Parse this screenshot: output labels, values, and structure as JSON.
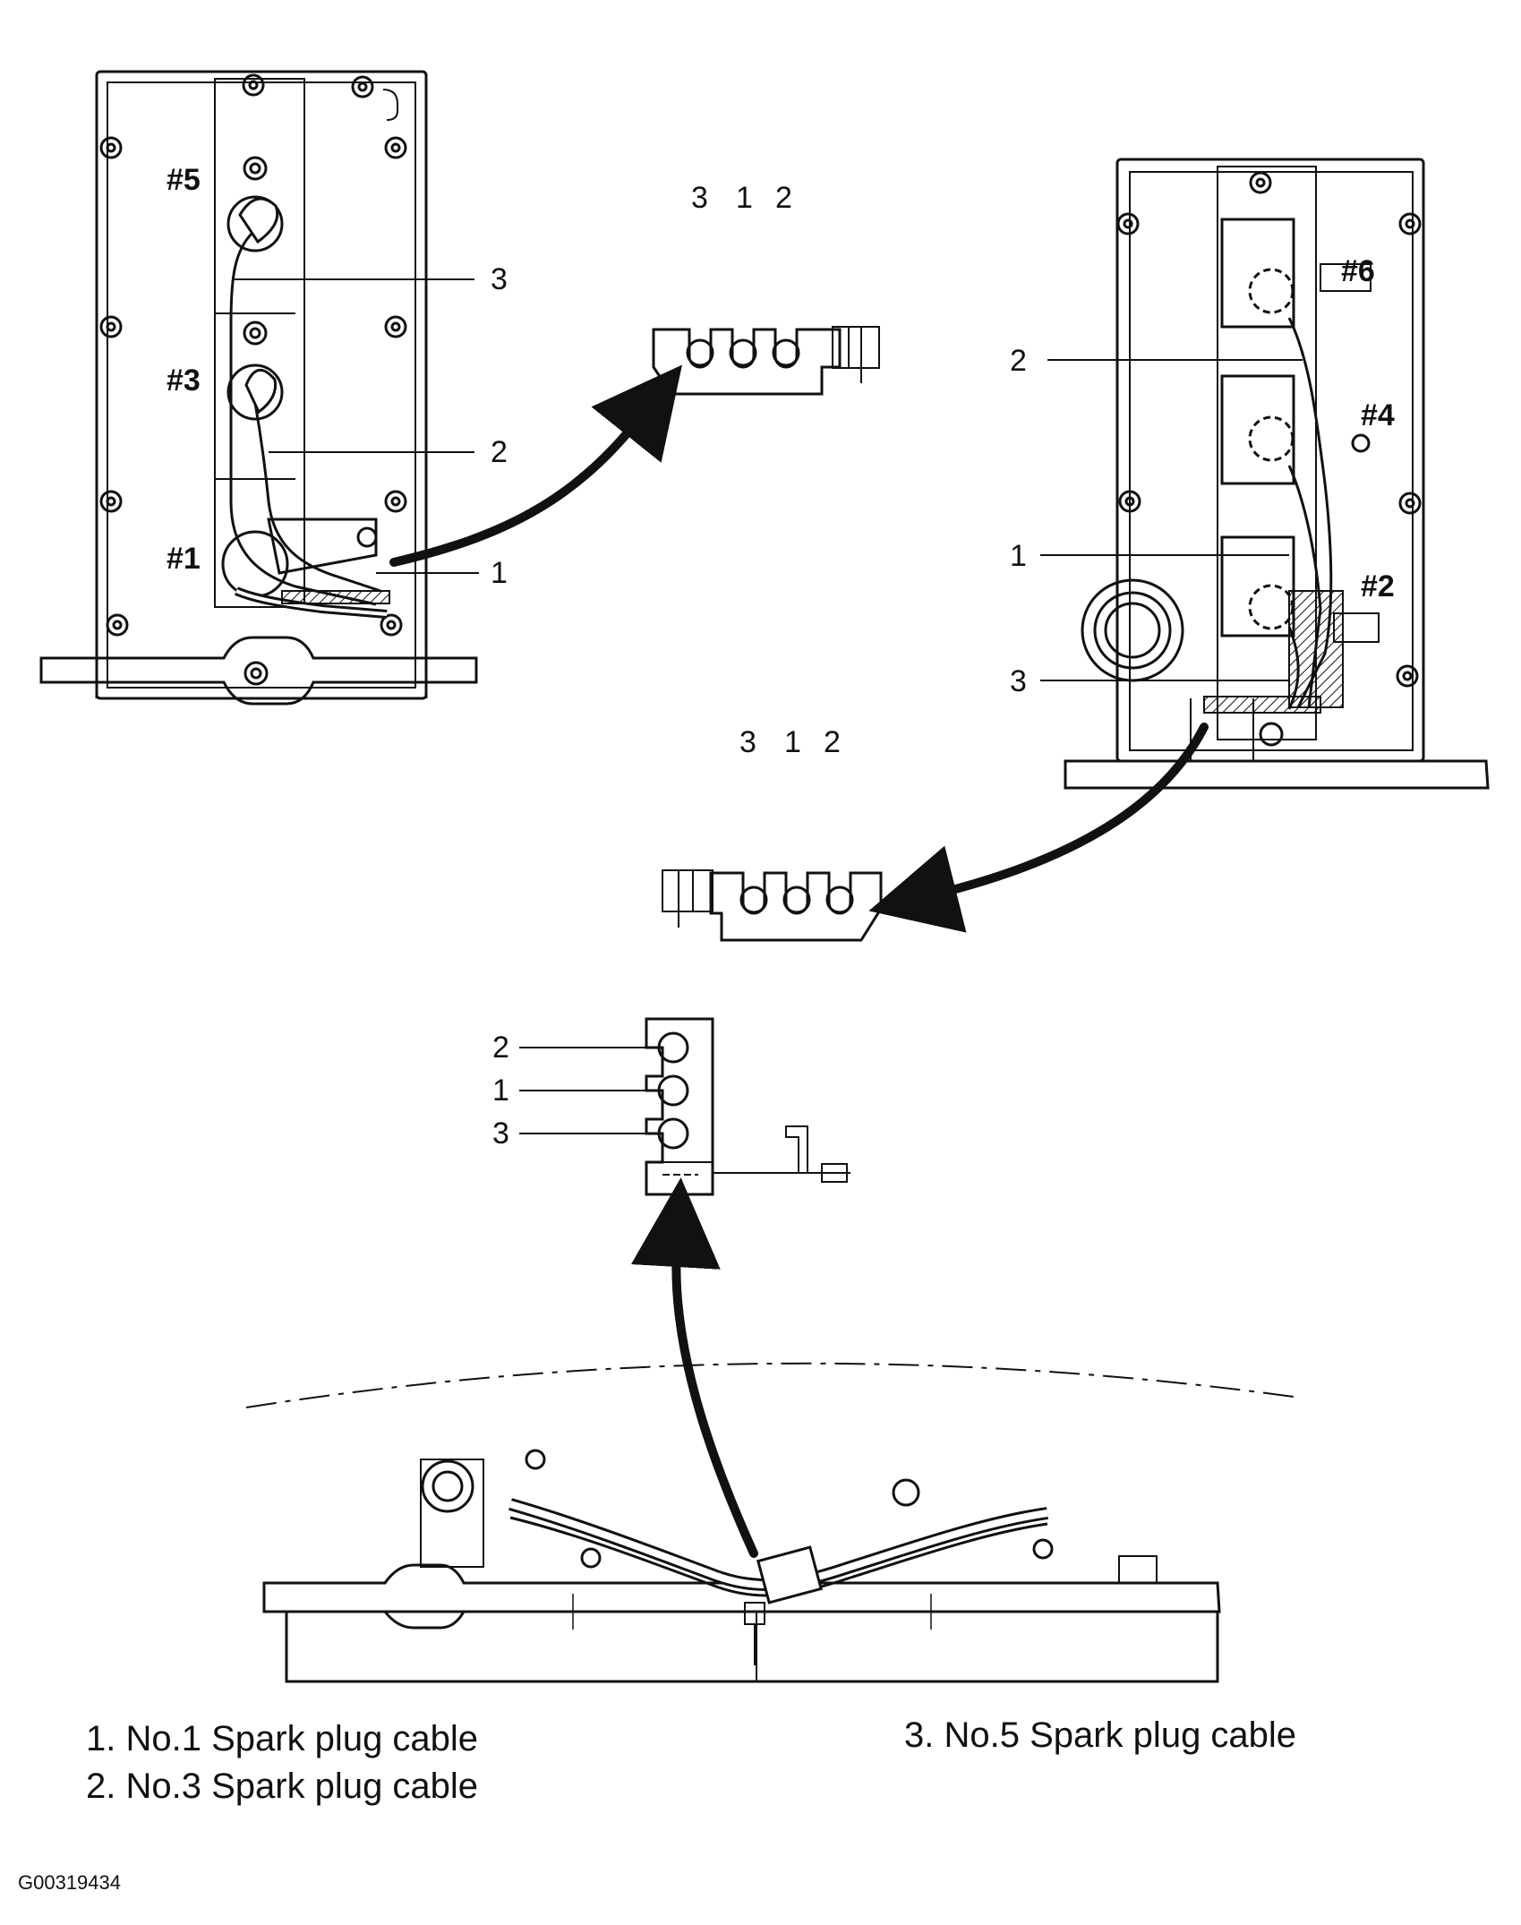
{
  "cylinders": {
    "left_view": [
      "#5",
      "#3",
      "#1"
    ],
    "right_view": [
      "#6",
      "#4",
      "#2"
    ]
  },
  "callouts": {
    "left_view": [
      "3",
      "2",
      "1"
    ],
    "right_view": [
      "2",
      "1",
      "3"
    ],
    "clip_top": [
      "3",
      "1",
      "2"
    ],
    "clip_middle": [
      "3",
      "1",
      "2"
    ],
    "clip_bottom": [
      "2",
      "1",
      "3"
    ]
  },
  "legend": [
    "1. No.1 Spark plug cable",
    "2. No.3 Spark plug cable",
    "3. No.5 Spark plug cable"
  ],
  "figure_id": "G00319434",
  "icons": [
    "arrow-icon",
    "cable-clip-icon",
    "spark-plug-boot-icon"
  ]
}
